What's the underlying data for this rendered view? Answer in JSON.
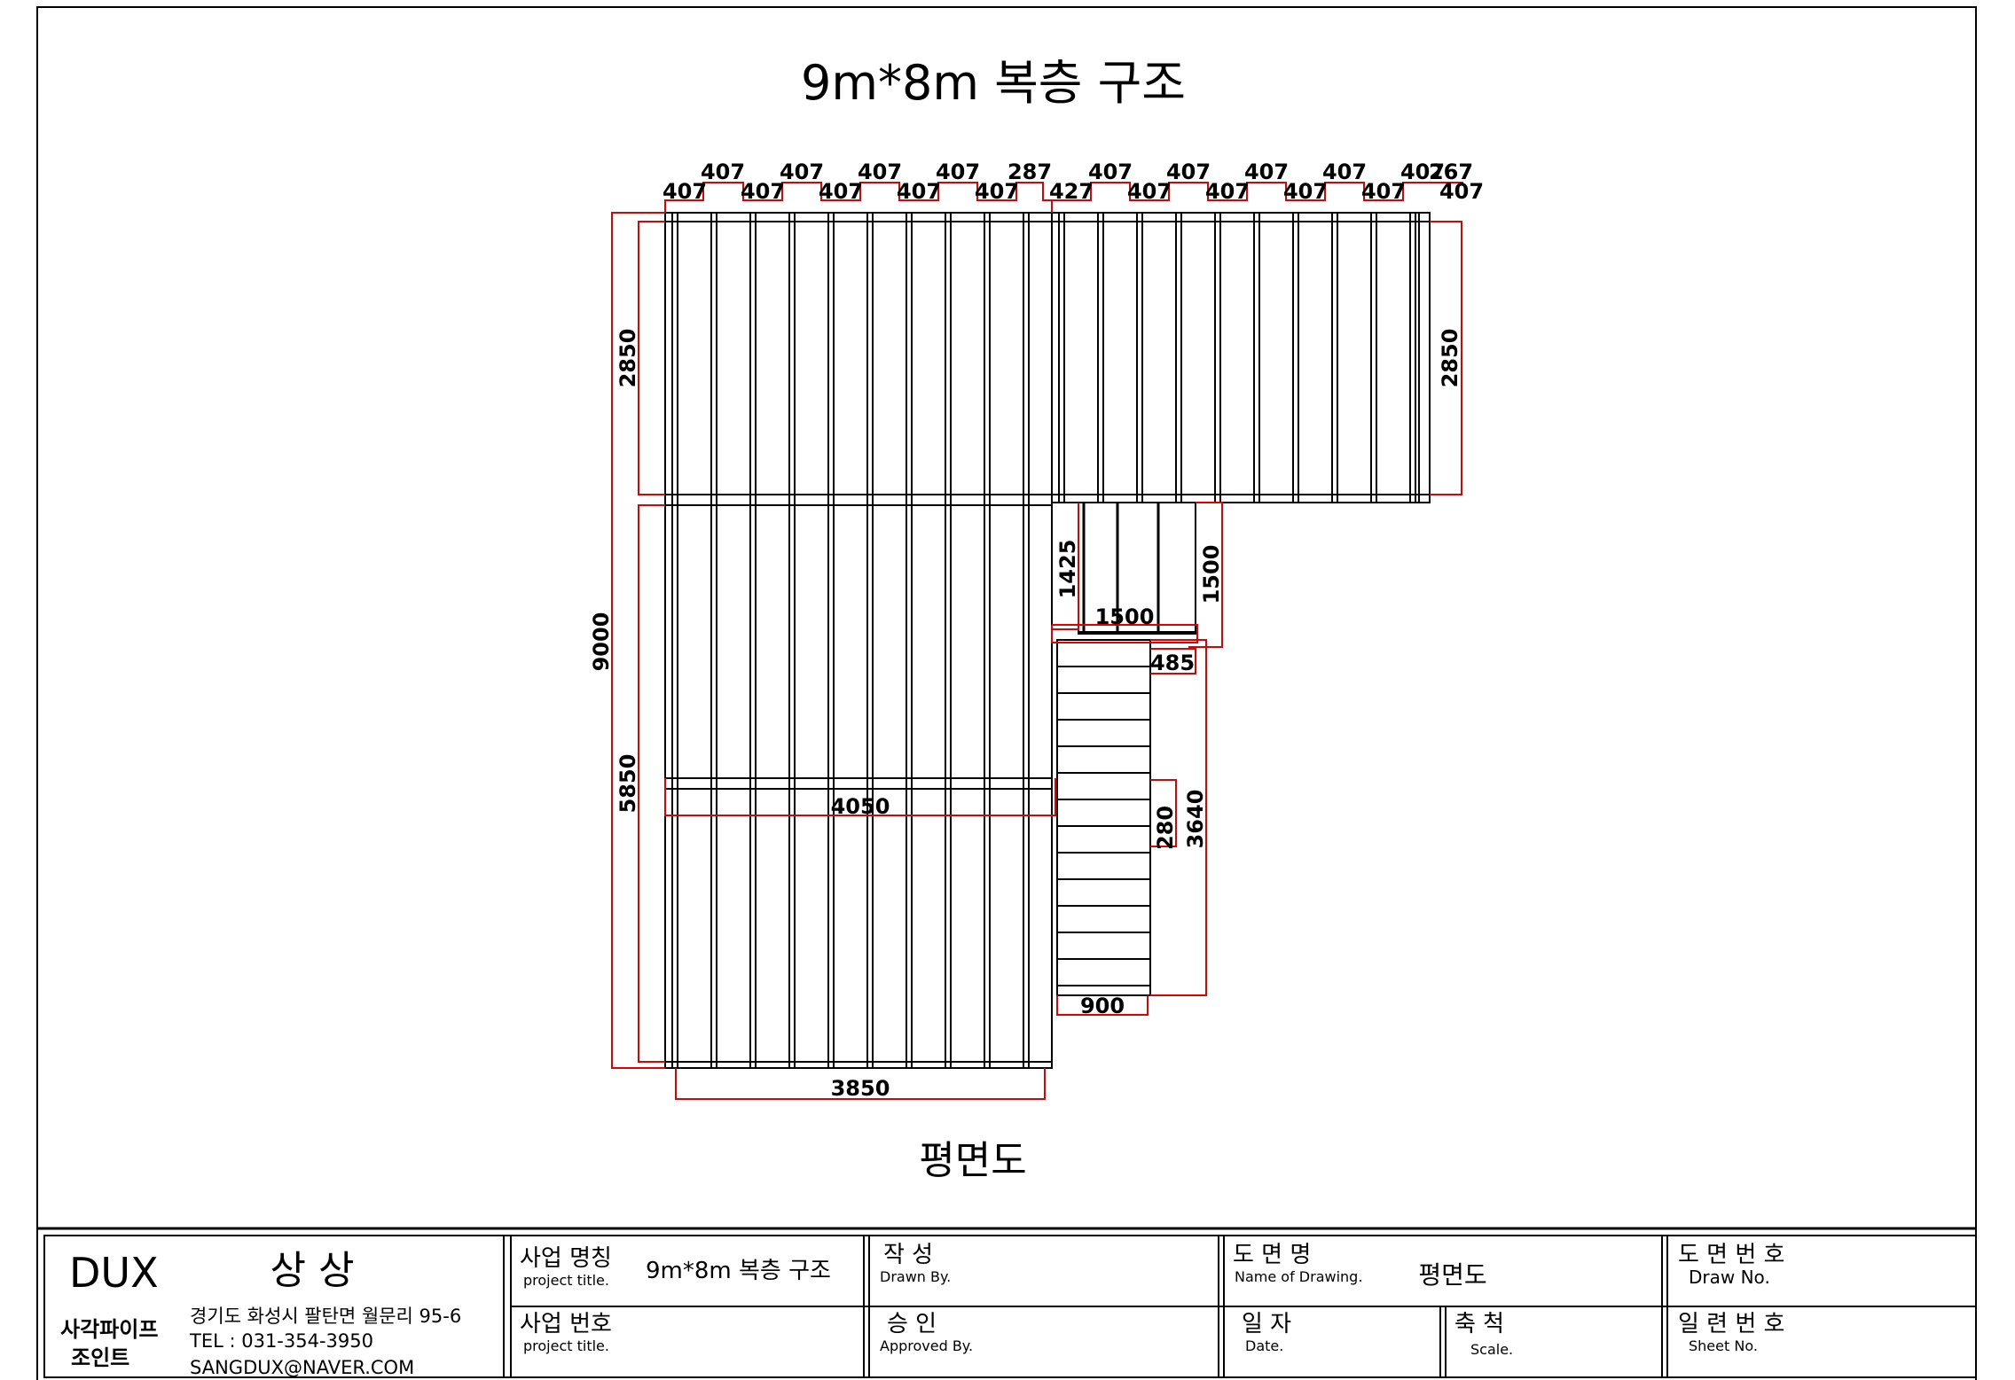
{
  "drawing": {
    "title": "9m*8m  복층 구조",
    "view_name": "평면도",
    "top_dims_upper": [
      "407",
      "407",
      "407",
      "407",
      "287",
      "407",
      "407",
      "407",
      "407",
      "407",
      "267"
    ],
    "top_dims_lower": [
      "407",
      "407",
      "407",
      "407",
      "407",
      "427",
      "407",
      "407",
      "407",
      "407",
      "407"
    ],
    "dim_2850_left": "2850",
    "dim_2850_right": "2850",
    "dim_9000": "9000",
    "dim_5850": "5850",
    "dim_1425": "1425",
    "dim_1500_h": "1500",
    "dim_1500_v": "1500",
    "dim_485": "485",
    "dim_4050": "4050",
    "dim_280": "280",
    "dim_3640": "3640",
    "dim_900": "900",
    "dim_3850": "3850"
  },
  "title_block": {
    "company": "DUX",
    "company_kr": "상 상",
    "product_line1": "사각파이프",
    "product_line2": "조인트",
    "address": "경기도 화성시 팔탄면 월문리 95-6",
    "tel": "TEL : 031-354-3950",
    "email": "SANGDUX@NAVER.COM",
    "project_name_label": "사업 명칭",
    "project_name_sub": "project title.",
    "project_name_value": "9m*8m  복층 구조",
    "project_no_label": "사업 번호",
    "project_no_sub": "project title.",
    "drawn_label": "작   성",
    "drawn_sub": "Drawn By.",
    "approved_label": "승   인",
    "approved_sub": "Approved By.",
    "drawing_name_label": "도  면  명",
    "drawing_name_sub": "Name of Drawing.",
    "drawing_name_value": "평면도",
    "date_label": "일  자",
    "date_sub": "Date.",
    "scale_label": "축  척",
    "scale_sub": "Scale.",
    "draw_no_label": "도 면 번 호",
    "draw_no_sub": "Draw No.",
    "sheet_no_label": "일 련 번 호",
    "sheet_no_sub": "Sheet No."
  }
}
